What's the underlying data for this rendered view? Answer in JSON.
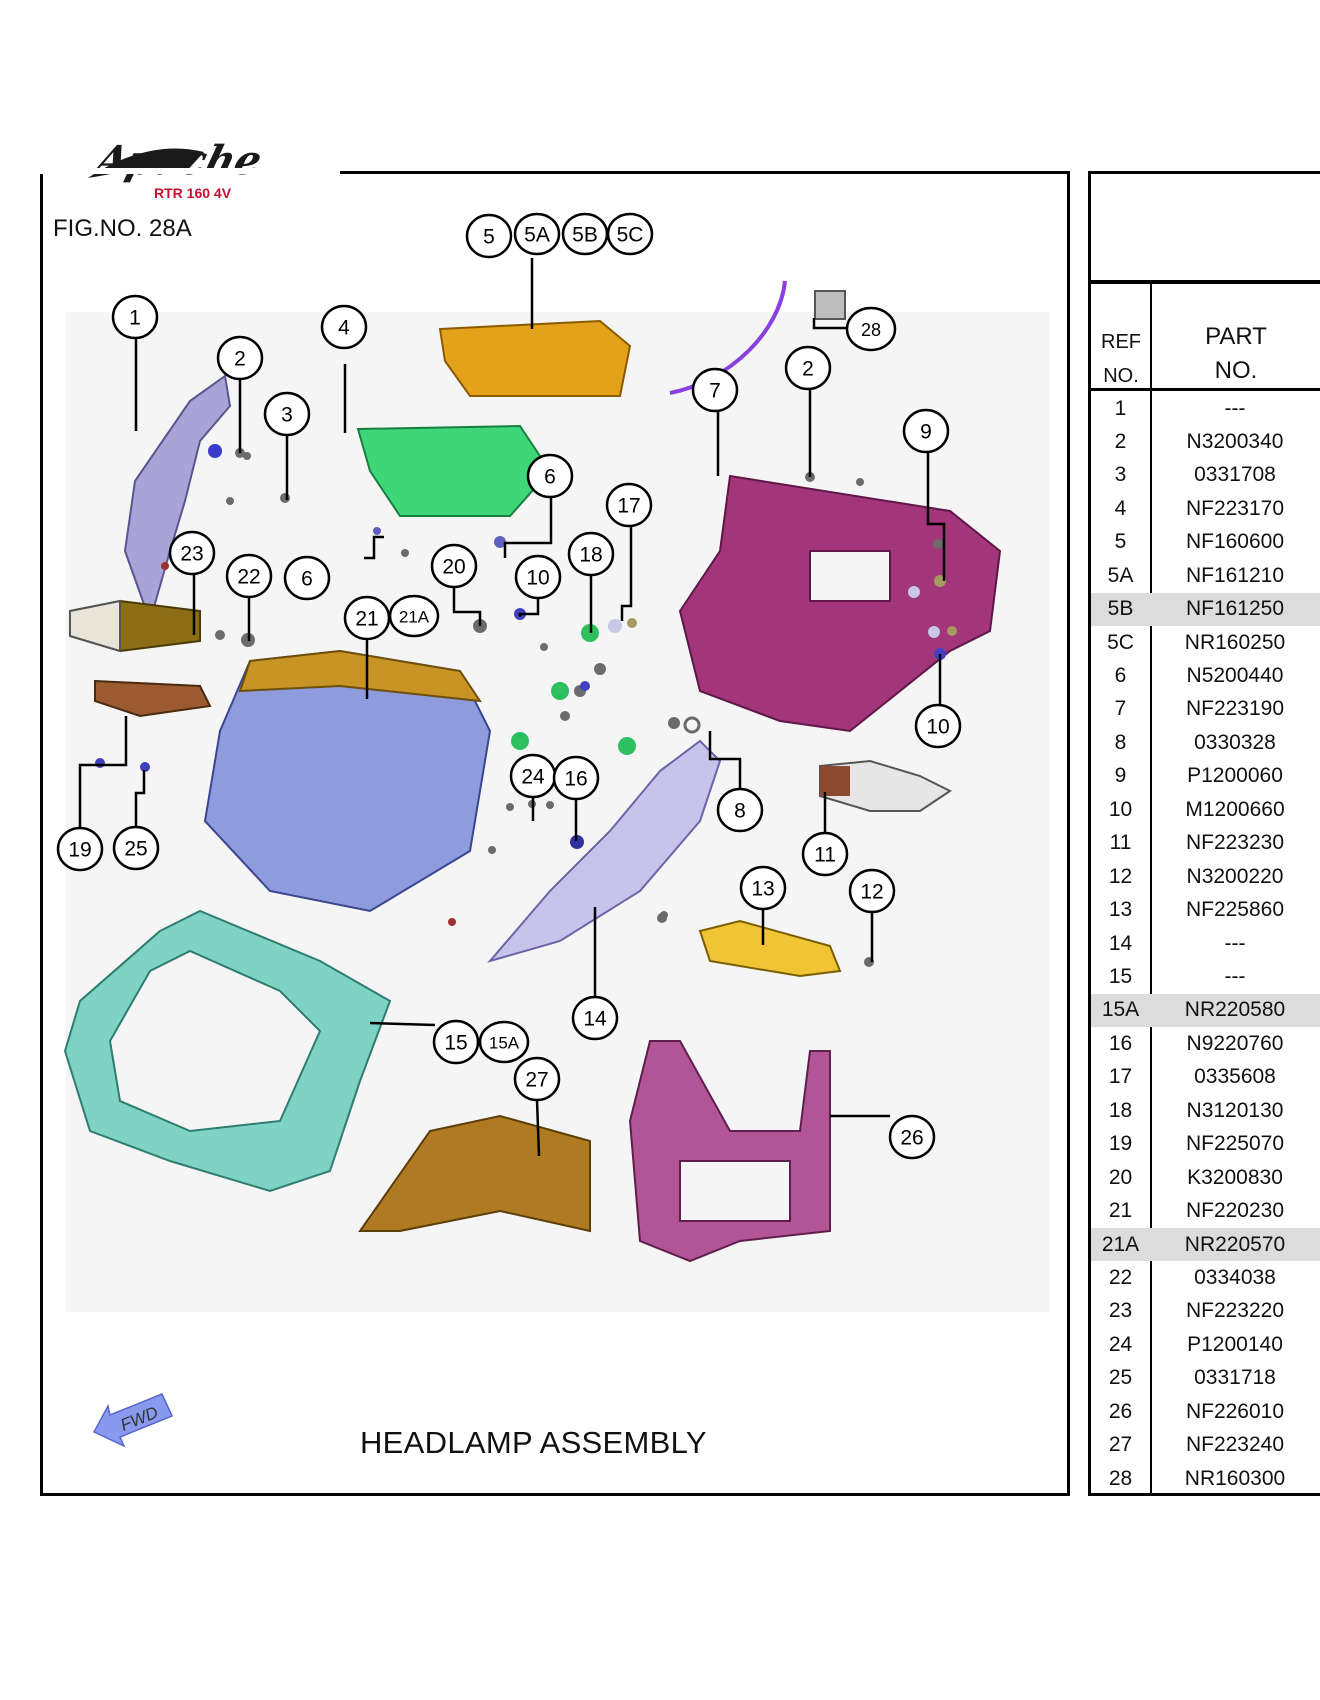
{
  "logo": {
    "brand": "Apache",
    "model": "RTR 160 4V"
  },
  "figure": {
    "number_label": "FIG.NO. 28A",
    "title": "HEADLAMP ASSEMBLY",
    "direction_label": "FWD"
  },
  "callouts": [
    "5",
    "5A",
    "5B",
    "5C",
    "28",
    "1",
    "2",
    "4",
    "3",
    "2",
    "7",
    "9",
    "6",
    "17",
    "23",
    "22",
    "6",
    "20",
    "10",
    "18",
    "21",
    "21A",
    "10",
    "24",
    "16",
    "8",
    "19",
    "25",
    "11",
    "13",
    "12",
    "14",
    "15",
    "15A",
    "27",
    "26"
  ],
  "table": {
    "header": {
      "ref_line1": "REF",
      "ref_line2": "NO.",
      "part_line1": "PART",
      "part_line2": "NO."
    },
    "rows": [
      {
        "ref": "1",
        "part_no": "---"
      },
      {
        "ref": "2",
        "part_no": "N3200340"
      },
      {
        "ref": "3",
        "part_no": "0331708"
      },
      {
        "ref": "4",
        "part_no": "NF223170"
      },
      {
        "ref": "5",
        "part_no": "NF160600"
      },
      {
        "ref": "5A",
        "part_no": "NF161210"
      },
      {
        "ref": "5B",
        "part_no": "NF161250",
        "highlighted": true
      },
      {
        "ref": "5C",
        "part_no": "NR160250"
      },
      {
        "ref": "6",
        "part_no": "N5200440"
      },
      {
        "ref": "7",
        "part_no": "NF223190"
      },
      {
        "ref": "8",
        "part_no": "0330328"
      },
      {
        "ref": "9",
        "part_no": "P1200060"
      },
      {
        "ref": "10",
        "part_no": "M1200660"
      },
      {
        "ref": "11",
        "part_no": "NF223230"
      },
      {
        "ref": "12",
        "part_no": "N3200220"
      },
      {
        "ref": "13",
        "part_no": "NF225860"
      },
      {
        "ref": "14",
        "part_no": "---"
      },
      {
        "ref": "15",
        "part_no": "---"
      },
      {
        "ref": "15A",
        "part_no": "NR220580",
        "highlighted": true
      },
      {
        "ref": "16",
        "part_no": "N9220760"
      },
      {
        "ref": "17",
        "part_no": "0335608"
      },
      {
        "ref": "18",
        "part_no": "N3120130"
      },
      {
        "ref": "19",
        "part_no": "NF225070"
      },
      {
        "ref": "20",
        "part_no": "K3200830"
      },
      {
        "ref": "21",
        "part_no": "NF220230"
      },
      {
        "ref": "21A",
        "part_no": "NR220570",
        "highlighted": true
      },
      {
        "ref": "22",
        "part_no": "0334038"
      },
      {
        "ref": "23",
        "part_no": "NF223220"
      },
      {
        "ref": "24",
        "part_no": "P1200140"
      },
      {
        "ref": "25",
        "part_no": "0331718"
      },
      {
        "ref": "26",
        "part_no": "NF226010"
      },
      {
        "ref": "27",
        "part_no": "NF223240"
      },
      {
        "ref": "28",
        "part_no": "NR160300"
      }
    ]
  }
}
